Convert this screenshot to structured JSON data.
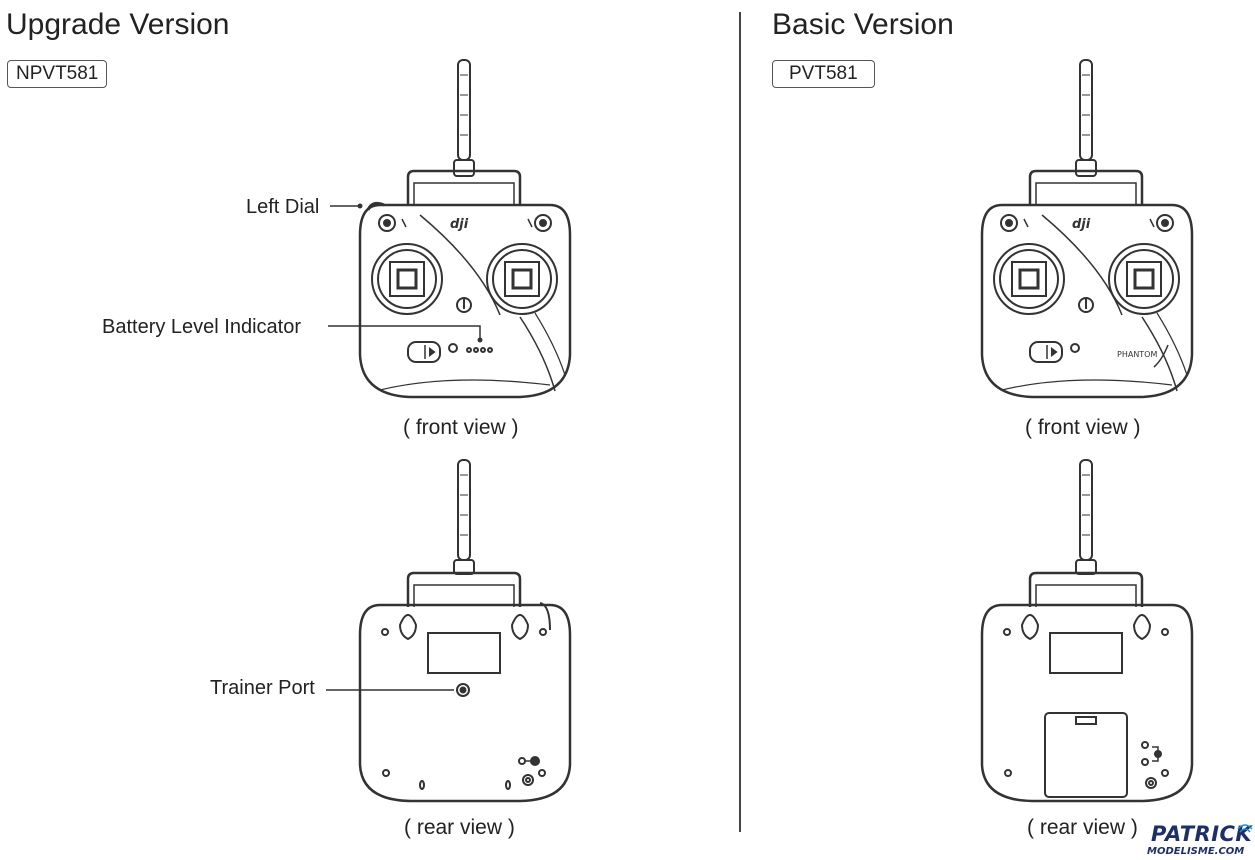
{
  "upgrade": {
    "title": "Upgrade Version",
    "model": "NPVT581",
    "callouts": {
      "left_dial": "Left Dial",
      "battery": "Battery Level Indicator",
      "trainer": "Trainer Port"
    },
    "front_caption": "( front view )",
    "rear_caption": "( rear view )"
  },
  "basic": {
    "title": "Basic Version",
    "model": "PVT581",
    "front_caption": "( front view )",
    "rear_caption": "( rear view )"
  },
  "watermark": {
    "main": "PATRICK",
    "sub": "MODELISME.COM"
  }
}
